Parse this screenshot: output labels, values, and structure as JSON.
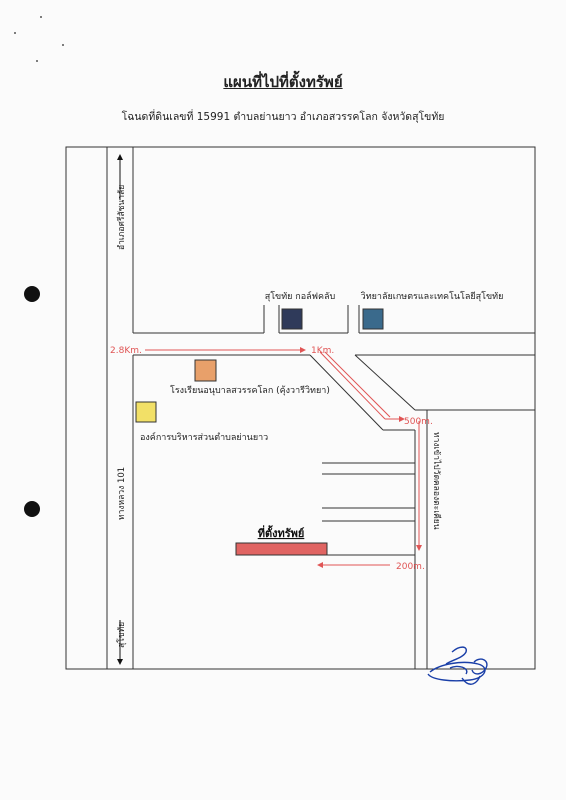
{
  "title": "แผนที่ไปที่ตั้งทรัพย์",
  "subtitle": "โฉนดที่ดินเลขที่ 15991 ตำบลย่านยาว อำเภอสวรรคโลก จังหวัดสุโขทัย",
  "roads": {
    "north_label": "อำเภอศรีสัชนาลัย",
    "highway_label": "ทางหลวง 101",
    "south_label": "สุโขทัย",
    "side_road_label": "ทางเข้าไปวัดคลองตะเคียน"
  },
  "places": {
    "golf": {
      "label": "สุโขทัย กอล์ฟคลับ",
      "color": "#2f3a5a"
    },
    "college": {
      "label": "วิทยาลัยเกษตรและเทคโนโลยีสุโขทัย",
      "color": "#3a6a8c"
    },
    "school": {
      "label": "โรงเรียนอนุบาลสวรรคโลก (คุ้งวารีวิทยา)",
      "color": "#e8a06a"
    },
    "sao": {
      "label": "องค์การบริหารส่วนตำบลย่านยาว",
      "color": "#f2e067"
    },
    "property": {
      "label": "ที่ตั้งทรัพย์",
      "color": "#e06462"
    }
  },
  "distances": {
    "d1": "2.8Km.",
    "d2": "1Km.",
    "d3": "500m.",
    "d4": "200m."
  },
  "colors": {
    "route": "#e05555",
    "line": "#333333"
  }
}
